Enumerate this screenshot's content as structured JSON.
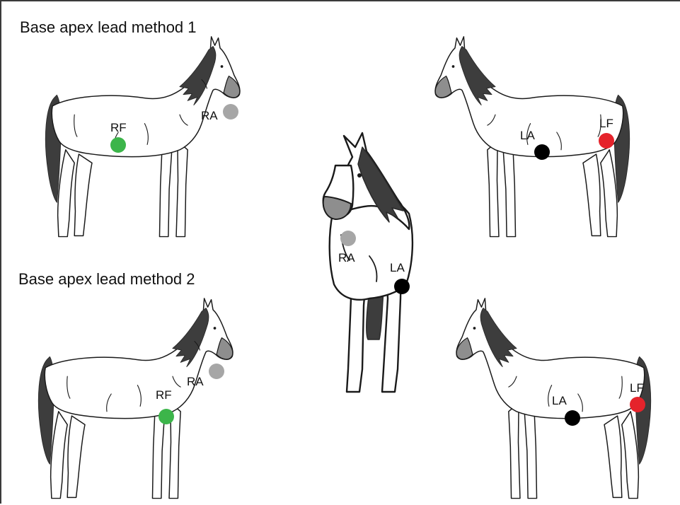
{
  "method1": {
    "title": "Base apex lead method 1"
  },
  "method2": {
    "title": "Base apex lead method 2"
  },
  "electrodes": {
    "RF": {
      "label": "RF",
      "color": "#3cb54a"
    },
    "RA": {
      "label": "RA",
      "color": "#a6a6a6"
    },
    "LA": {
      "label": "LA",
      "color": "#000000"
    },
    "LF": {
      "label": "LF",
      "color": "#e5232b"
    }
  }
}
